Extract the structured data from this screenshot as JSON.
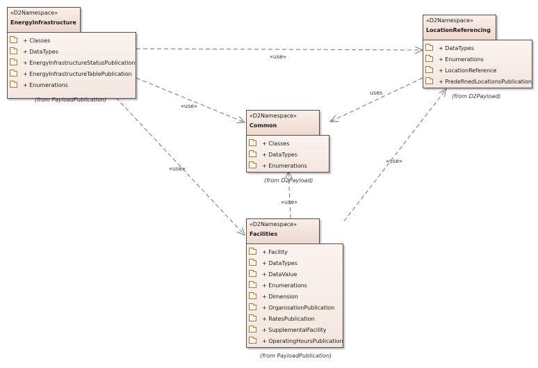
{
  "packages": {
    "energy": {
      "stereotype": "«D2Namespace»",
      "name": "EnergyInfrastructure",
      "items": [
        "+ Classes",
        "+ DataTypes",
        "+ EnergyInfrastructureStatusPublication",
        "+ EnergyInfrastructureTablePublication",
        "+ Enumerations"
      ],
      "from": "(from PayloadPublication)"
    },
    "location": {
      "stereotype": "«D2Namespace»",
      "name": "LocationReferencing",
      "items": [
        "+ DataTypes",
        "+ Enumerations",
        "+ LocationReference",
        "+ PredefinedLocationsPublication"
      ],
      "from": "(from D2Payload)"
    },
    "common": {
      "stereotype": "«D2Namespace»",
      "name": "Common",
      "items": [
        "+ Classes",
        "+ DataTypes",
        "+ Enumerations"
      ],
      "from": "(from D2Payload)"
    },
    "facilities": {
      "stereotype": "«D2Namespace»",
      "name": "Facilities",
      "items": [
        "+ Facility",
        "+ DataTypes",
        "+ DataValue",
        "+ Enumerations",
        "+ Dimension",
        "+ OrganisationPublication",
        "+ RatesPublication",
        "+ SupplementalFacility",
        "+ OperatingHoursPublication"
      ],
      "from": "(from PayloadPublication)"
    }
  },
  "edges": {
    "energy_location": "«use»",
    "energy_common": "«use»",
    "energy_facilities": "«use»",
    "location_common": "uses",
    "facilities_common": "«use»",
    "facilities_location": "«use»"
  },
  "colors": {
    "tab_fill": "#efd9d0",
    "body_fill": "#fbf3ef",
    "border": "#5a4a44",
    "edge": "#6e6e8c",
    "folder": "#9a7a45"
  }
}
